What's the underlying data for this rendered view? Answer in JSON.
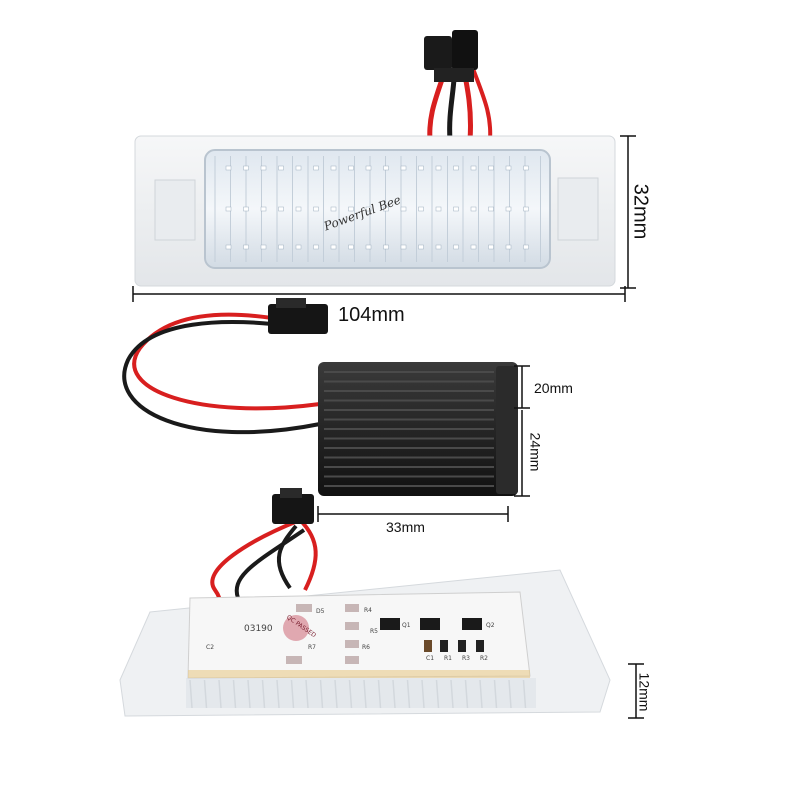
{
  "dimensions": {
    "length": "104mm",
    "width": "32mm",
    "box_height": "20mm",
    "box_width": "24mm",
    "box_length": "33mm",
    "depth": "12mm"
  },
  "watermark": "Powerful Bee",
  "pcb": {
    "code": "03190",
    "qc_stamp": "QC PASSED",
    "labels": [
      "D5",
      "R4",
      "R7",
      "R6",
      "Q1",
      "Q2",
      "C1",
      "R1",
      "R3",
      "R2",
      "C2",
      "R5"
    ]
  },
  "colors": {
    "wire_red": "#d81f1f",
    "wire_black": "#1a1a1a",
    "housing": "#eef0f2",
    "box": "#222222"
  }
}
